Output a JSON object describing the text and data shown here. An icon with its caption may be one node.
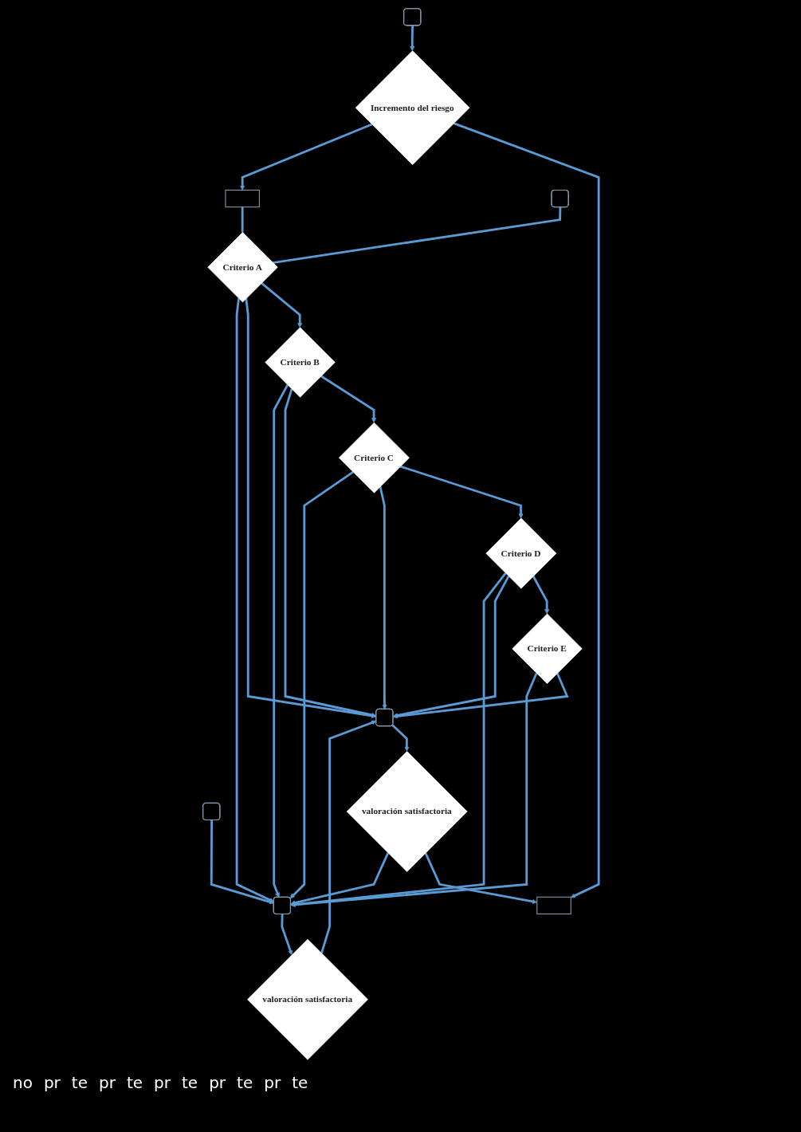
{
  "diagram": {
    "nodes": [
      {
        "text": [
          "Incremento del riesgo"
        ]
      },
      {
        "text": [],
        "shape": "box"
      },
      {
        "text": [],
        "shape": "box"
      },
      {
        "text": [],
        "shape": "box"
      },
      {
        "text": [],
        "shape": "box"
      },
      {
        "text": [
          "Criterio A"
        ]
      },
      {
        "text": [
          "Criterio B"
        ]
      },
      {
        "text": [
          "Criterio C"
        ]
      },
      {
        "text": [
          "Criterio D"
        ]
      },
      {
        "text": [
          "Criterio E"
        ]
      },
      {
        "text": [],
        "shape": "box"
      },
      {
        "text": [
          "valoración satisfactoria"
        ]
      },
      {
        "text": [],
        "shape": "box"
      },
      {
        "text": [],
        "shape": "box"
      },
      {
        "text": [
          "valoración satisfactoria"
        ]
      }
    ],
    "edges": [
      {
        "from": 1,
        "to": 0,
        "arrow": "to"
      },
      {
        "from": 0,
        "to": 13,
        "arrow": "to"
      },
      {
        "from": 0,
        "to": 2,
        "arrow": "to"
      },
      {
        "from": 2,
        "to": 5,
        "arrow": "none"
      },
      {
        "from": 3,
        "to": 5,
        "arrow": "none"
      },
      {
        "from": 5,
        "to": 6,
        "arrow": "to"
      },
      {
        "from": 6,
        "to": 7,
        "arrow": "to"
      },
      {
        "from": 7,
        "to": 8,
        "arrow": "to"
      },
      {
        "from": 8,
        "to": 9,
        "arrow": "to"
      },
      {
        "from": 5,
        "to": 10,
        "arrow": "to"
      },
      {
        "from": 5,
        "to": 12,
        "arrow": "to"
      },
      {
        "from": 6,
        "to": 10,
        "arrow": "to"
      },
      {
        "from": 6,
        "to": 12,
        "arrow": "to"
      },
      {
        "from": 7,
        "to": 10,
        "arrow": "to"
      },
      {
        "from": 7,
        "to": 12,
        "arrow": "to"
      },
      {
        "from": 8,
        "to": 10,
        "arrow": "to"
      },
      {
        "from": 8,
        "to": 12,
        "arrow": "to"
      },
      {
        "from": 9,
        "to": 10,
        "arrow": "to"
      },
      {
        "from": 9,
        "to": 12,
        "arrow": "to"
      },
      {
        "from": 4,
        "to": 12,
        "arrow": "to"
      },
      {
        "from": 12,
        "to": 11,
        "arrow": "to"
      },
      {
        "from": 11,
        "to": 10,
        "arrow": "to"
      },
      {
        "from": 10,
        "to": 14,
        "arrow": "to"
      },
      {
        "from": 14,
        "to": 13,
        "arrow": "to"
      },
      {
        "from": 14,
        "to": 12,
        "arrow": "to"
      }
    ],
    "labels": [
      "no",
      "pr",
      "te",
      "pr",
      "te",
      "pr",
      "te",
      "pr",
      "te",
      "pr",
      "te"
    ]
  }
}
